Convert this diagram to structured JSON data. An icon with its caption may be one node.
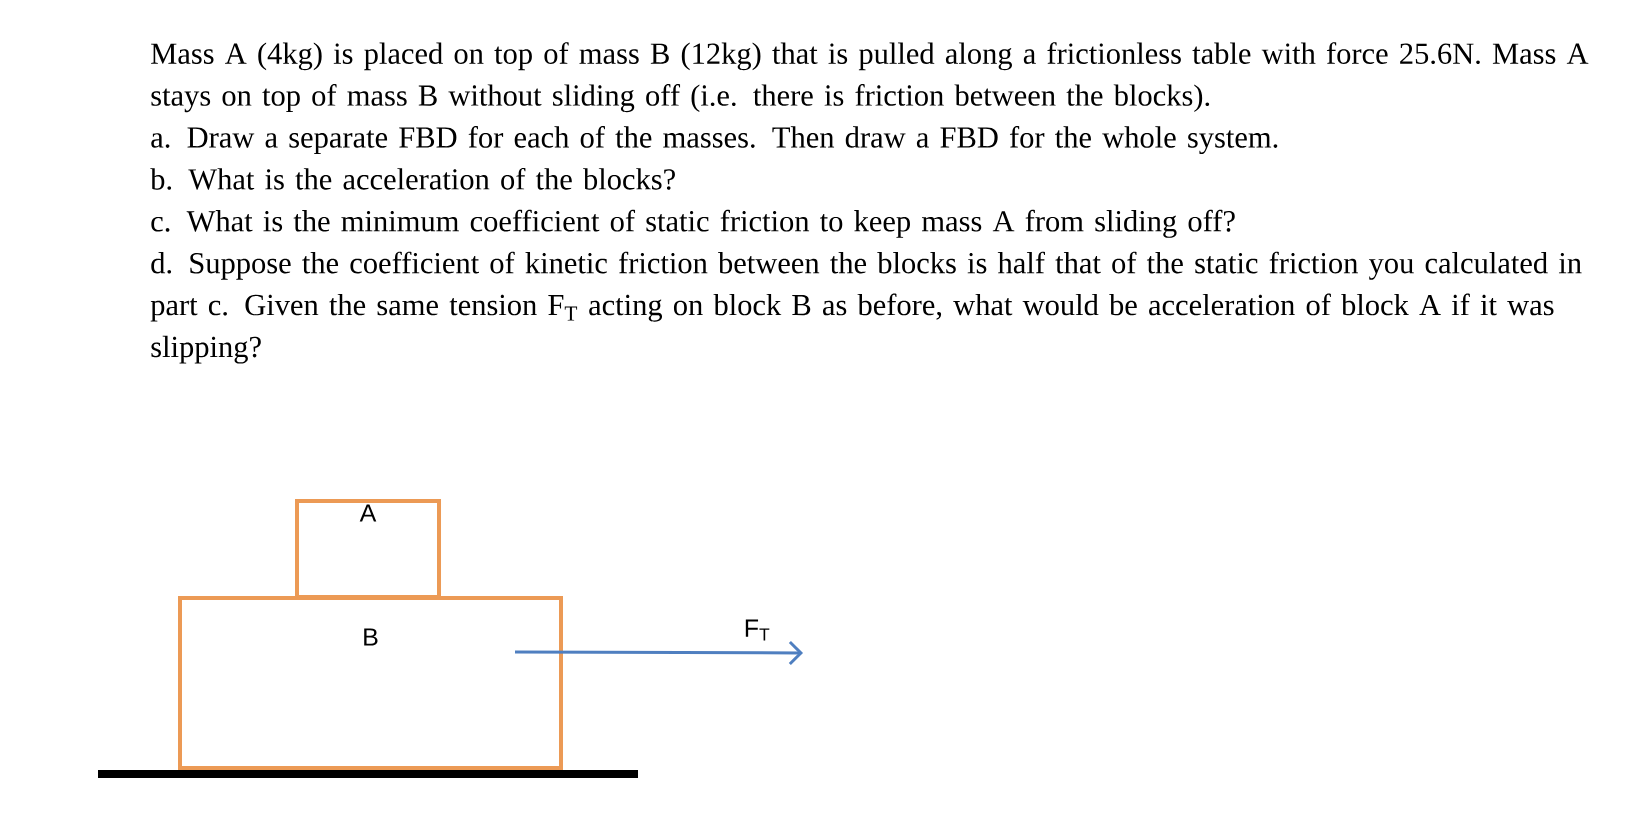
{
  "diagram": {
    "nodes": [
      {
        "text": [
          "A"
        ]
      },
      {
        "text": [
          "B"
        ]
      }
    ],
    "labels": [
      "Mass A (4kg) is placed on top of mass B (12kg) that is pulled along a frictionless table with force 25.6N. Mass A stays on top of mass B without sliding off (i.e. there is friction between the blocks).",
      "a. Draw a separate FBD for each of the masses. Then draw a FBD for the whole system.",
      "b. What is the acceleration of the blocks?",
      "c. What is the minimum coefficient of static friction to keep mass A from sliding off?",
      "d. Suppose the coefficient of kinetic friction between the blocks is half that of the static friction you calculated in part c. Given the same tension F$_{T}$ acting on block B as before, what would be acceleration of block A if it was slipping?",
      "F$_{T}$"
    ]
  }
}
